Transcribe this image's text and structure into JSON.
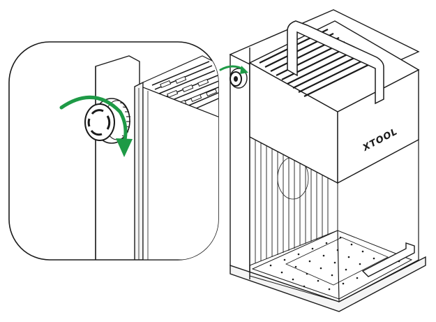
{
  "diagram": {
    "brand_text": "XTOOL",
    "colors": {
      "line": "#1a1a1a",
      "arrow": "#1e9a46",
      "fill_light": "#f4f4f4",
      "fill_white": "#ffffff"
    },
    "icons": {
      "rotation_arrow": "curved-arrow-clockwise",
      "knob": "rotary-knob"
    }
  }
}
